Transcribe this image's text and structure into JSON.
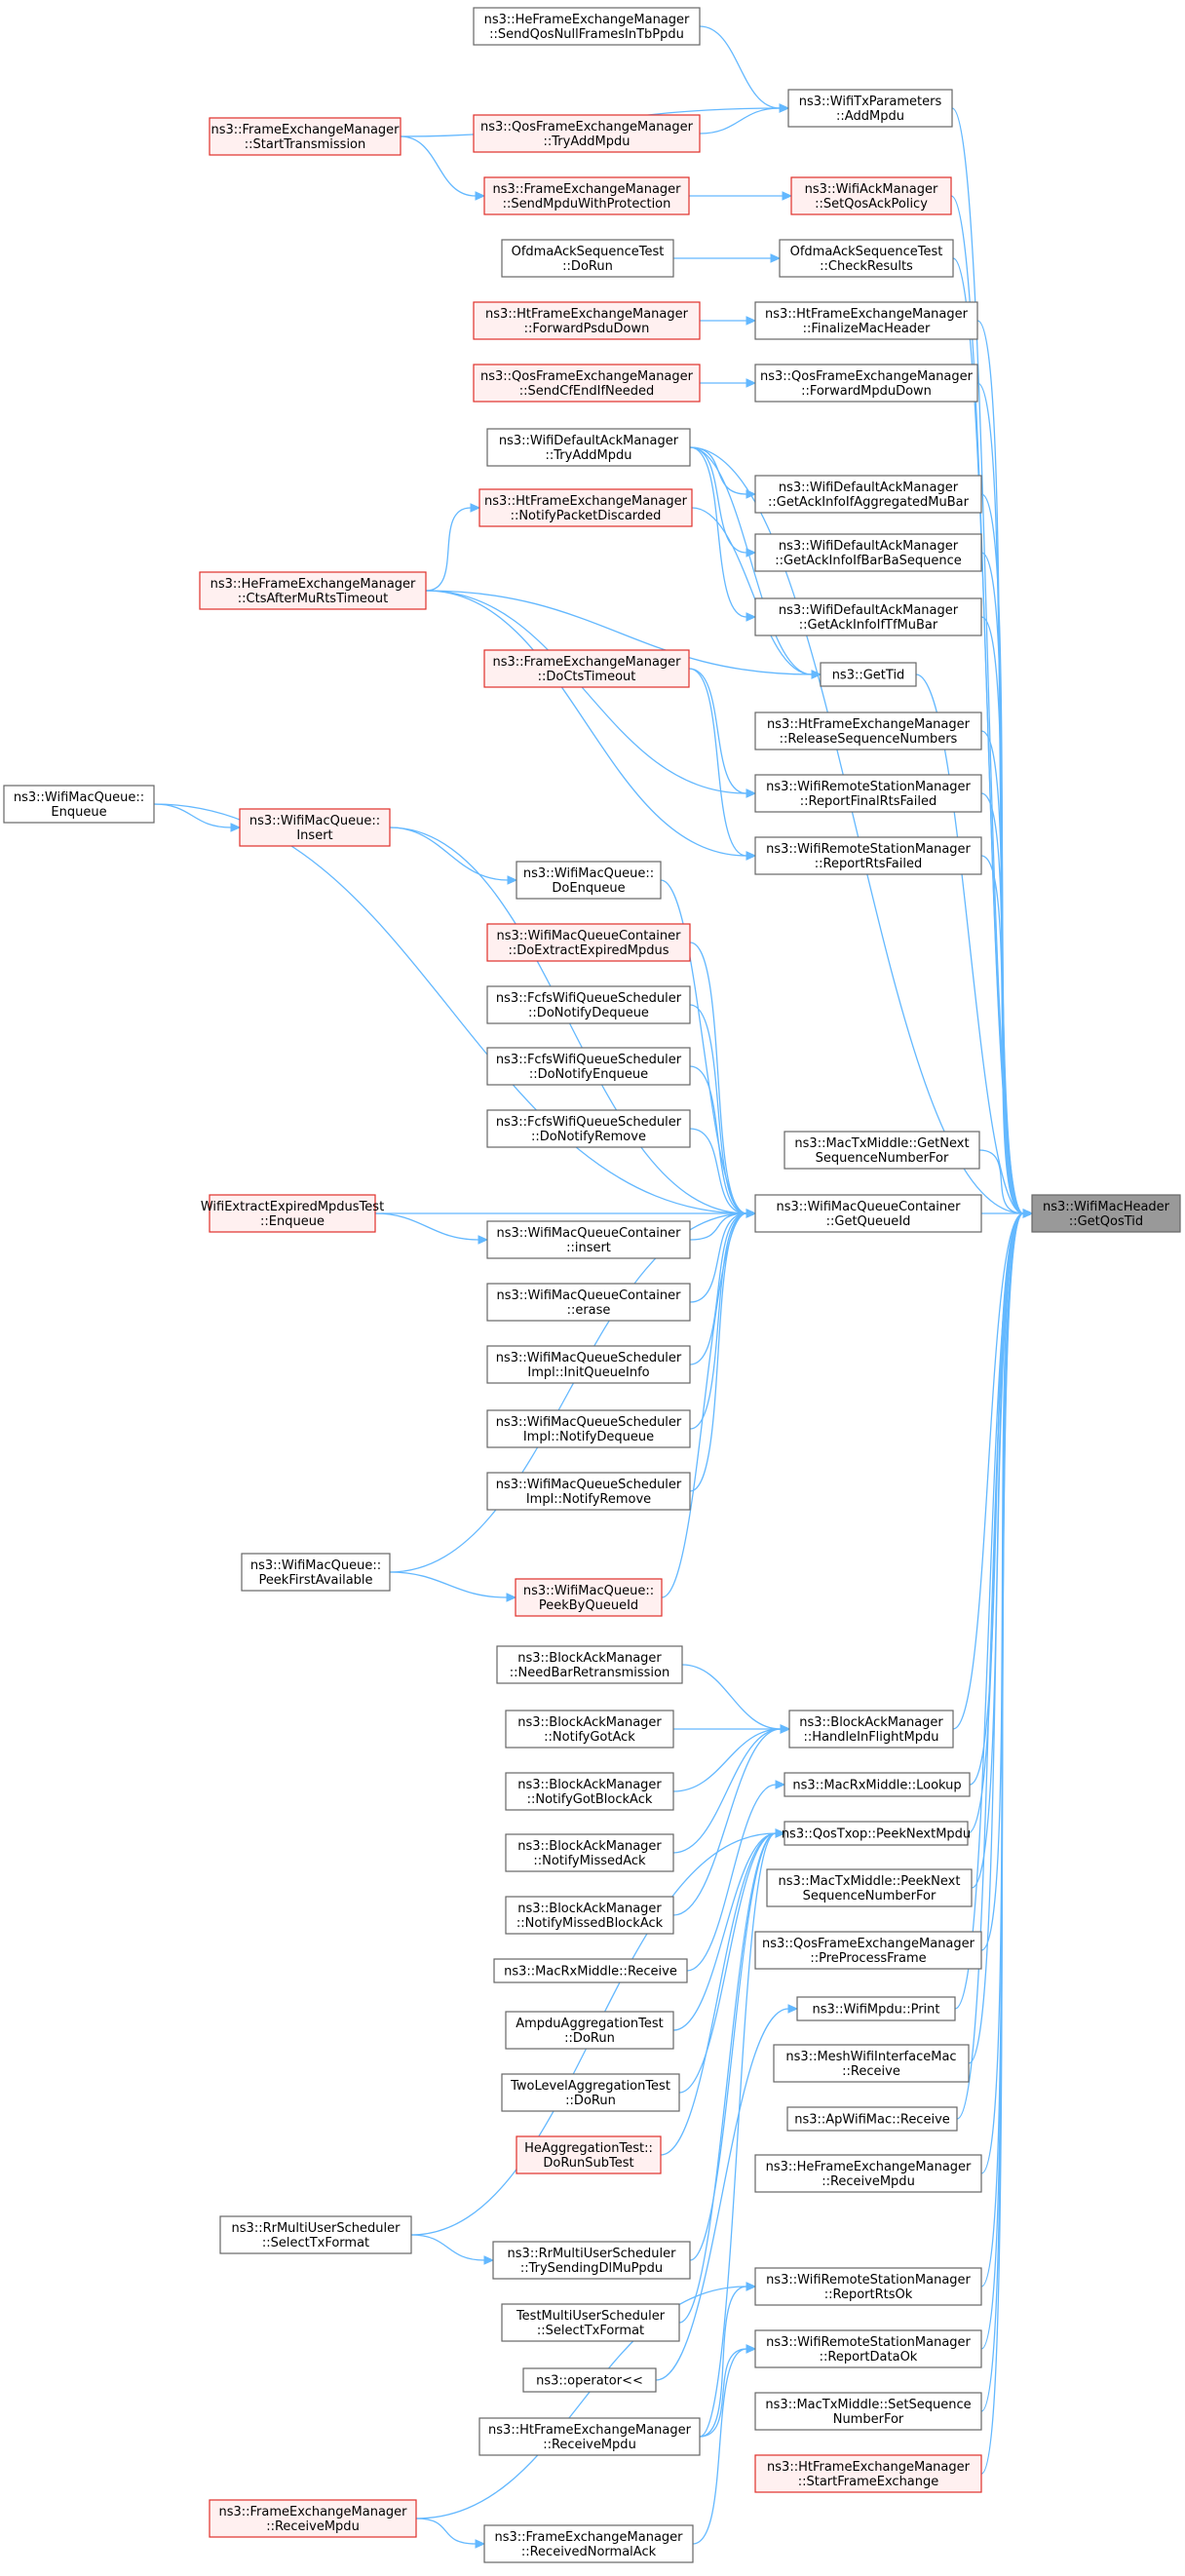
{
  "colors": {
    "edge": "#63b8ff",
    "node_border": "#666666",
    "node_fill": "#ffffff",
    "red_border": "#e0302a",
    "red_fill": "#fff0f0",
    "focus_fill": "#999999"
  },
  "nodes": [
    {
      "id": "target",
      "style": "focus",
      "lines": [
        "ns3::WifiMacHeader",
        "::GetQosTid"
      ]
    },
    {
      "id": "wtp_addmpdu",
      "style": "normal",
      "lines": [
        "ns3::WifiTxParameters",
        "::AddMpdu"
      ]
    },
    {
      "id": "he_sqnull",
      "style": "normal",
      "lines": [
        "ns3::HeFrameExchangeManager",
        "::SendQosNullFramesInTbPpdu"
      ]
    },
    {
      "id": "fem_starttx",
      "style": "red",
      "lines": [
        "ns3::FrameExchangeManager",
        "::StartTransmission"
      ]
    },
    {
      "id": "qos_tryadd",
      "style": "red",
      "lines": [
        "ns3::QosFrameExchangeManager",
        "::TryAddMpdu"
      ]
    },
    {
      "id": "fem_sendprot",
      "style": "red",
      "lines": [
        "ns3::FrameExchangeManager",
        "::SendMpduWithProtection"
      ]
    },
    {
      "id": "ack_setqos",
      "style": "red",
      "lines": [
        "ns3::WifiAckManager",
        "::SetQosAckPolicy"
      ]
    },
    {
      "id": "ofdma_dorun",
      "style": "normal",
      "lines": [
        "OfdmaAckSequenceTest",
        "::DoRun"
      ]
    },
    {
      "id": "ofdma_check",
      "style": "normal",
      "lines": [
        "OfdmaAckSequenceTest",
        "::CheckResults"
      ]
    },
    {
      "id": "ht_fwdpsdu",
      "style": "red",
      "lines": [
        "ns3::HtFrameExchangeManager",
        "::ForwardPsduDown"
      ]
    },
    {
      "id": "ht_finalize",
      "style": "normal",
      "lines": [
        "ns3::HtFrameExchangeManager",
        "::FinalizeMacHeader"
      ]
    },
    {
      "id": "qos_sendcfend",
      "style": "red",
      "lines": [
        "ns3::QosFrameExchangeManager",
        "::SendCfEndIfNeeded"
      ]
    },
    {
      "id": "qos_fwdmpdu",
      "style": "normal",
      "lines": [
        "ns3::QosFrameExchangeManager",
        "::ForwardMpduDown"
      ]
    },
    {
      "id": "dam_tryadd",
      "style": "normal",
      "lines": [
        "ns3::WifiDefaultAckManager",
        "::TryAddMpdu"
      ]
    },
    {
      "id": "dam_getackagg",
      "style": "normal",
      "lines": [
        "ns3::WifiDefaultAckManager",
        "::GetAckInfoIfAggregatedMuBar"
      ]
    },
    {
      "id": "ht_notifydisc",
      "style": "red",
      "lines": [
        "ns3::HtFrameExchangeManager",
        "::NotifyPacketDiscarded"
      ]
    },
    {
      "id": "dam_getackbar",
      "style": "normal",
      "lines": [
        "ns3::WifiDefaultAckManager",
        "::GetAckInfoIfBarBaSequence"
      ]
    },
    {
      "id": "he_ctsafter",
      "style": "red",
      "lines": [
        "ns3::HeFrameExchangeManager",
        "::CtsAfterMuRtsTimeout"
      ]
    },
    {
      "id": "dam_getacktf",
      "style": "normal",
      "lines": [
        "ns3::WifiDefaultAckManager",
        "::GetAckInfoIfTfMuBar"
      ]
    },
    {
      "id": "fem_doctstimeout",
      "style": "red",
      "lines": [
        "ns3::FrameExchangeManager",
        "::DoCtsTimeout"
      ]
    },
    {
      "id": "gettid",
      "style": "normal",
      "lines": [
        "ns3::GetTid"
      ]
    },
    {
      "id": "ht_relseq",
      "style": "normal",
      "lines": [
        "ns3::HtFrameExchangeManager",
        "::ReleaseSequenceNumbers"
      ]
    },
    {
      "id": "wq_enqueue",
      "style": "normal",
      "lines": [
        "ns3::WifiMacQueue::",
        "Enqueue"
      ]
    },
    {
      "id": "rsm_finalrts",
      "style": "normal",
      "lines": [
        "ns3::WifiRemoteStationManager",
        "::ReportFinalRtsFailed"
      ]
    },
    {
      "id": "wq_insert",
      "style": "red",
      "lines": [
        "ns3::WifiMacQueue::",
        "Insert"
      ]
    },
    {
      "id": "rsm_rtsfailed",
      "style": "normal",
      "lines": [
        "ns3::WifiRemoteStationManager",
        "::ReportRtsFailed"
      ]
    },
    {
      "id": "wq_doenqueue",
      "style": "normal",
      "lines": [
        "ns3::WifiMacQueue::",
        "DoEnqueue"
      ]
    },
    {
      "id": "wqc_doextract",
      "style": "red",
      "lines": [
        "ns3::WifiMacQueueContainer",
        "::DoExtractExpiredMpdus"
      ]
    },
    {
      "id": "fcfs_deq",
      "style": "normal",
      "lines": [
        "ns3::FcfsWifiQueueScheduler",
        "::DoNotifyDequeue"
      ]
    },
    {
      "id": "fcfs_enq",
      "style": "normal",
      "lines": [
        "ns3::FcfsWifiQueueScheduler",
        "::DoNotifyEnqueue"
      ]
    },
    {
      "id": "fcfs_rem",
      "style": "normal",
      "lines": [
        "ns3::FcfsWifiQueueScheduler",
        "::DoNotifyRemove"
      ]
    },
    {
      "id": "mtx_getnext",
      "style": "normal",
      "lines": [
        "ns3::MacTxMiddle::GetNext",
        "SequenceNumberFor"
      ]
    },
    {
      "id": "extract_enq",
      "style": "red",
      "lines": [
        "WifiExtractExpiredMpdusTest",
        "::Enqueue"
      ]
    },
    {
      "id": "wqc_getqid",
      "style": "normal",
      "lines": [
        "ns3::WifiMacQueueContainer",
        "::GetQueueId"
      ]
    },
    {
      "id": "wqc_insert",
      "style": "normal",
      "lines": [
        "ns3::WifiMacQueueContainer",
        "::insert"
      ]
    },
    {
      "id": "wqc_erase",
      "style": "normal",
      "lines": [
        "ns3::WifiMacQueueContainer",
        "::erase"
      ]
    },
    {
      "id": "wqs_init",
      "style": "normal",
      "lines": [
        "ns3::WifiMacQueueScheduler",
        "Impl::InitQueueInfo"
      ]
    },
    {
      "id": "wqs_deq",
      "style": "normal",
      "lines": [
        "ns3::WifiMacQueueScheduler",
        "Impl::NotifyDequeue"
      ]
    },
    {
      "id": "wqs_rem",
      "style": "normal",
      "lines": [
        "ns3::WifiMacQueueScheduler",
        "Impl::NotifyRemove"
      ]
    },
    {
      "id": "wq_peekfirst",
      "style": "normal",
      "lines": [
        "ns3::WifiMacQueue::",
        "PeekFirstAvailable"
      ]
    },
    {
      "id": "wq_peekbyq",
      "style": "red",
      "lines": [
        "ns3::WifiMacQueue::",
        "PeekByQueueId"
      ]
    },
    {
      "id": "bam_needbar",
      "style": "normal",
      "lines": [
        "ns3::BlockAckManager",
        "::NeedBarRetransmission"
      ]
    },
    {
      "id": "bam_handle",
      "style": "normal",
      "lines": [
        "ns3::BlockAckManager",
        "::HandleInFlightMpdu"
      ]
    },
    {
      "id": "bam_gotack",
      "style": "normal",
      "lines": [
        "ns3::BlockAckManager",
        "::NotifyGotAck"
      ]
    },
    {
      "id": "mrx_lookup",
      "style": "normal",
      "lines": [
        "ns3::MacRxMiddle::Lookup"
      ]
    },
    {
      "id": "bam_gotblock",
      "style": "normal",
      "lines": [
        "ns3::BlockAckManager",
        "::NotifyGotBlockAck"
      ]
    },
    {
      "id": "qtxop_peeknext",
      "style": "normal",
      "lines": [
        "ns3::QosTxop::PeekNextMpdu"
      ]
    },
    {
      "id": "bam_missed",
      "style": "normal",
      "lines": [
        "ns3::BlockAckManager",
        "::NotifyMissedAck"
      ]
    },
    {
      "id": "mtx_peeknext",
      "style": "normal",
      "lines": [
        "ns3::MacTxMiddle::PeekNext",
        "SequenceNumberFor"
      ]
    },
    {
      "id": "bam_missedblock",
      "style": "normal",
      "lines": [
        "ns3::BlockAckManager",
        "::NotifyMissedBlockAck"
      ]
    },
    {
      "id": "qos_preprocess",
      "style": "normal",
      "lines": [
        "ns3::QosFrameExchangeManager",
        "::PreProcessFrame"
      ]
    },
    {
      "id": "mrx_receive",
      "style": "normal",
      "lines": [
        "ns3::MacRxMiddle::Receive"
      ]
    },
    {
      "id": "mpdu_print",
      "style": "normal",
      "lines": [
        "ns3::WifiMpdu::Print"
      ]
    },
    {
      "id": "ampdu_dorun",
      "style": "normal",
      "lines": [
        "AmpduAggregationTest",
        "::DoRun"
      ]
    },
    {
      "id": "mesh_receive",
      "style": "normal",
      "lines": [
        "ns3::MeshWifiInterfaceMac",
        "::Receive"
      ]
    },
    {
      "id": "twolevel_dorun",
      "style": "normal",
      "lines": [
        "TwoLevelAggregationTest",
        "::DoRun"
      ]
    },
    {
      "id": "ap_receive",
      "style": "normal",
      "lines": [
        "ns3::ApWifiMac::Receive"
      ]
    },
    {
      "id": "heagg_dorunsub",
      "style": "red",
      "lines": [
        "HeAggregationTest::",
        "DoRunSubTest"
      ]
    },
    {
      "id": "he_receivempdu",
      "style": "normal",
      "lines": [
        "ns3::HeFrameExchangeManager",
        "::ReceiveMpdu"
      ]
    },
    {
      "id": "rr_selecttx",
      "style": "normal",
      "lines": [
        "ns3::RrMultiUserScheduler",
        "::SelectTxFormat"
      ]
    },
    {
      "id": "rr_trysending",
      "style": "normal",
      "lines": [
        "ns3::RrMultiUserScheduler",
        "::TrySendingDlMuPpdu"
      ]
    },
    {
      "id": "rsm_rtsok",
      "style": "normal",
      "lines": [
        "ns3::WifiRemoteStationManager",
        "::ReportRtsOk"
      ]
    },
    {
      "id": "testmu_select",
      "style": "normal",
      "lines": [
        "TestMultiUserScheduler",
        "::SelectTxFormat"
      ]
    },
    {
      "id": "rsm_dataok",
      "style": "normal",
      "lines": [
        "ns3::WifiRemoteStationManager",
        "::ReportDataOk"
      ]
    },
    {
      "id": "operator_ll",
      "style": "normal",
      "lines": [
        "ns3::operator<<"
      ]
    },
    {
      "id": "mtx_setseq",
      "style": "normal",
      "lines": [
        "ns3::MacTxMiddle::SetSequence",
        "NumberFor"
      ]
    },
    {
      "id": "ht_receivempdu",
      "style": "normal",
      "lines": [
        "ns3::HtFrameExchangeManager",
        "::ReceiveMpdu"
      ]
    },
    {
      "id": "ht_startfe",
      "style": "red",
      "lines": [
        "ns3::HtFrameExchangeManager",
        "::StartFrameExchange"
      ]
    },
    {
      "id": "fem_receivempdu",
      "style": "red",
      "lines": [
        "ns3::FrameExchangeManager",
        "::ReceiveMpdu"
      ]
    },
    {
      "id": "fem_recvnormalack",
      "style": "normal",
      "lines": [
        "ns3::FrameExchangeManager",
        "::ReceivedNormalAck"
      ]
    }
  ],
  "edges": [
    [
      "wtp_addmpdu",
      "target"
    ],
    [
      "ack_setqos",
      "target"
    ],
    [
      "ofdma_check",
      "target"
    ],
    [
      "ht_finalize",
      "target"
    ],
    [
      "qos_fwdmpdu",
      "target"
    ],
    [
      "dam_tryadd",
      "target"
    ],
    [
      "dam_getackagg",
      "target"
    ],
    [
      "dam_getackbar",
      "target"
    ],
    [
      "dam_getacktf",
      "target"
    ],
    [
      "gettid",
      "target"
    ],
    [
      "ht_relseq",
      "target"
    ],
    [
      "rsm_finalrts",
      "target"
    ],
    [
      "rsm_rtsfailed",
      "target"
    ],
    [
      "mtx_getnext",
      "target"
    ],
    [
      "wqc_getqid",
      "target"
    ],
    [
      "bam_handle",
      "target"
    ],
    [
      "mrx_lookup",
      "target"
    ],
    [
      "qtxop_peeknext",
      "target"
    ],
    [
      "mtx_peeknext",
      "target"
    ],
    [
      "qos_preprocess",
      "target"
    ],
    [
      "mpdu_print",
      "target"
    ],
    [
      "mesh_receive",
      "target"
    ],
    [
      "ap_receive",
      "target"
    ],
    [
      "he_receivempdu",
      "target"
    ],
    [
      "rsm_rtsok",
      "target"
    ],
    [
      "rsm_dataok",
      "target"
    ],
    [
      "mtx_setseq",
      "target"
    ],
    [
      "ht_startfe",
      "target"
    ],
    [
      "he_sqnull",
      "wtp_addmpdu"
    ],
    [
      "fem_starttx",
      "wtp_addmpdu"
    ],
    [
      "qos_tryadd",
      "wtp_addmpdu"
    ],
    [
      "fem_starttx",
      "fem_sendprot"
    ],
    [
      "fem_sendprot",
      "ack_setqos"
    ],
    [
      "ofdma_dorun",
      "ofdma_check"
    ],
    [
      "ht_fwdpsdu",
      "ht_finalize"
    ],
    [
      "qos_sendcfend",
      "qos_fwdmpdu"
    ],
    [
      "dam_tryadd",
      "dam_getackagg"
    ],
    [
      "dam_tryadd",
      "dam_getackbar"
    ],
    [
      "dam_tryadd",
      "dam_getacktf"
    ],
    [
      "dam_tryadd",
      "gettid"
    ],
    [
      "he_ctsafter",
      "ht_notifydisc"
    ],
    [
      "ht_notifydisc",
      "gettid"
    ],
    [
      "he_ctsafter",
      "gettid"
    ],
    [
      "fem_doctstimeout",
      "rsm_finalrts"
    ],
    [
      "fem_doctstimeout",
      "rsm_rtsfailed"
    ],
    [
      "he_ctsafter",
      "rsm_finalrts"
    ],
    [
      "he_ctsafter",
      "rsm_rtsfailed"
    ],
    [
      "wq_enqueue",
      "wq_insert"
    ],
    [
      "wq_insert",
      "wq_doenqueue"
    ],
    [
      "wq_enqueue",
      "wqc_getqid"
    ],
    [
      "wq_insert",
      "wqc_getqid"
    ],
    [
      "wq_doenqueue",
      "wqc_getqid"
    ],
    [
      "wqc_doextract",
      "wqc_getqid"
    ],
    [
      "fcfs_deq",
      "wqc_getqid"
    ],
    [
      "fcfs_enq",
      "wqc_getqid"
    ],
    [
      "fcfs_rem",
      "wqc_getqid"
    ],
    [
      "extract_enq",
      "wqc_getqid"
    ],
    [
      "extract_enq",
      "wqc_insert"
    ],
    [
      "wqc_insert",
      "wqc_getqid"
    ],
    [
      "wqc_erase",
      "wqc_getqid"
    ],
    [
      "wqs_init",
      "wqc_getqid"
    ],
    [
      "wqs_deq",
      "wqc_getqid"
    ],
    [
      "wqs_rem",
      "wqc_getqid"
    ],
    [
      "wq_peekfirst",
      "wqc_getqid"
    ],
    [
      "wq_peekfirst",
      "wq_peekbyq"
    ],
    [
      "wq_peekbyq",
      "wqc_getqid"
    ],
    [
      "bam_needbar",
      "bam_handle"
    ],
    [
      "bam_gotack",
      "bam_handle"
    ],
    [
      "bam_gotblock",
      "bam_handle"
    ],
    [
      "bam_missed",
      "bam_handle"
    ],
    [
      "bam_missedblock",
      "bam_handle"
    ],
    [
      "mrx_receive",
      "mrx_lookup"
    ],
    [
      "ampdu_dorun",
      "qtxop_peeknext"
    ],
    [
      "twolevel_dorun",
      "qtxop_peeknext"
    ],
    [
      "heagg_dorunsub",
      "qtxop_peeknext"
    ],
    [
      "rr_selecttx",
      "qtxop_peeknext"
    ],
    [
      "rr_selecttx",
      "rr_trysending"
    ],
    [
      "rr_trysending",
      "qtxop_peeknext"
    ],
    [
      "testmu_select",
      "qtxop_peeknext"
    ],
    [
      "operator_ll",
      "mpdu_print"
    ],
    [
      "ht_receivempdu",
      "rsm_rtsok"
    ],
    [
      "ht_receivempdu",
      "rsm_dataok"
    ],
    [
      "ht_receivempdu",
      "qtxop_peeknext"
    ],
    [
      "fem_receivempdu",
      "rsm_rtsok"
    ],
    [
      "fem_receivempdu",
      "fem_recvnormalack"
    ],
    [
      "fem_recvnormalack",
      "rsm_dataok"
    ]
  ]
}
